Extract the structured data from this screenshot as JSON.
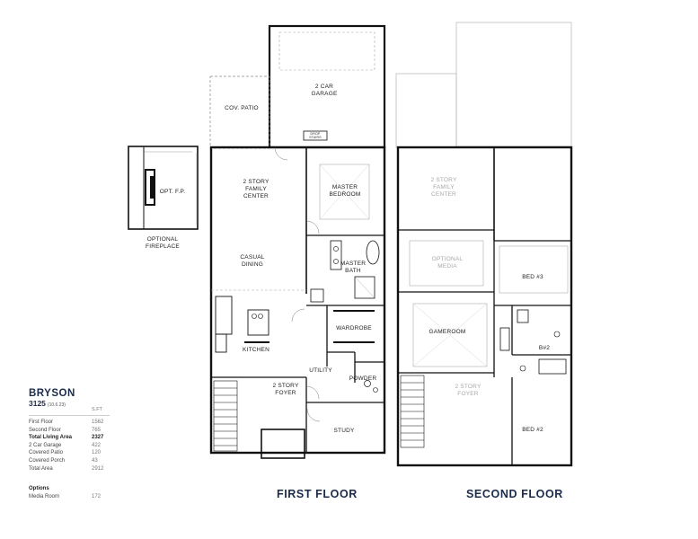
{
  "plan": {
    "name": "BRYSON",
    "code": "3125",
    "revision": "(10.6.23)",
    "unit": "S.FT",
    "areas": [
      {
        "label": "First Floor",
        "value": "1562",
        "bold": false
      },
      {
        "label": "Second Floor",
        "value": "765",
        "bold": false
      },
      {
        "label": "Total Living Area",
        "value": "2327",
        "bold": true
      },
      {
        "label": "2 Car Garage",
        "value": "422",
        "bold": false
      },
      {
        "label": "Covered Patio",
        "value": "120",
        "bold": false
      },
      {
        "label": "Covered Porch",
        "value": "43",
        "bold": false
      },
      {
        "label": "Total Area",
        "value": "2912",
        "bold": false
      }
    ],
    "options_heading": "Options",
    "options": [
      {
        "label": "Media Room",
        "value": "172"
      }
    ]
  },
  "first_floor": {
    "label": "FIRST FLOOR",
    "rooms": {
      "garage_1": "2 CAR",
      "garage_2": "GARAGE",
      "cov_patio": "COV. PATIO",
      "family_1": "2 STORY",
      "family_2": "FAMILY",
      "family_3": "CENTER",
      "master_bed_1": "MASTER",
      "master_bed_2": "BEDROOM",
      "casual_1": "CASUAL",
      "casual_2": "DINING",
      "master_bath_1": "MASTER",
      "master_bath_2": "BATH",
      "wardrobe": "WARDROBE",
      "kitchen": "KITCHEN",
      "utility": "UTILITY",
      "powder": "POWDER",
      "foyer_1": "2 STORY",
      "foyer_2": "FOYER",
      "study": "STUDY",
      "drop_1": "DROP",
      "drop_2": "STAIRS"
    }
  },
  "fireplace": {
    "room": "OPT. F.P.",
    "caption_1": "OPTIONAL",
    "caption_2": "FIREPLACE"
  },
  "second_floor": {
    "label": "SECOND FLOOR",
    "rooms": {
      "family_1": "2 STORY",
      "family_2": "FAMILY",
      "family_3": "CENTER",
      "media_1": "OPTIONAL",
      "media_2": "MEDIA",
      "bed3": "BED #3",
      "gameroom": "GAMEROOM",
      "b2": "B#2",
      "foyer_1": "2 STORY",
      "foyer_2": "FOYER",
      "bed2": "BED #2"
    }
  }
}
